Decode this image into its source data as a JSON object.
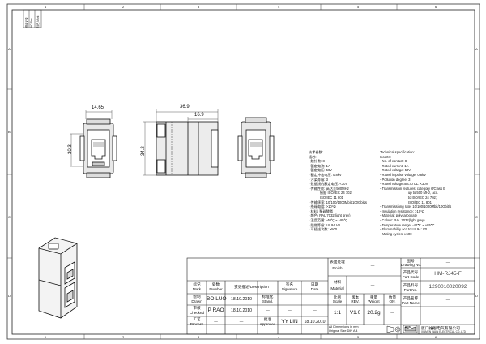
{
  "frame": {
    "top_numbers": [
      "1",
      "2",
      "3",
      "4",
      "5",
      "6"
    ],
    "bottom_numbers": [
      "1",
      "2",
      "3",
      "4",
      "5",
      "6"
    ],
    "left_letters": [
      "A",
      "B",
      "C",
      "D"
    ],
    "right_letters": [
      "A",
      "B",
      "C",
      "D"
    ]
  },
  "revision_stamp": {
    "col_labels": [
      "修改记录",
      "NO Rev.",
      "标记 Mark"
    ]
  },
  "dimensions": {
    "front_width": "14.65",
    "front_height": "30.3",
    "side_length": "36.9",
    "side_inner": "16.9",
    "side_height": "34.2"
  },
  "specs_cn": [
    "技术参数:",
    "插芯:",
    "- 触针数: 8",
    "- 额定电流: 1A",
    "- 额定电压: 50V",
    "- 额定冲击电压: 0.8kV",
    "- 污染等级: 3",
    "- 数据线的额定电压: <30V",
    "- 传输性能: 高达至500MHz",
    "            依据 ISO/IEC 24 702;",
    "            ISO/IEC 11 801",
    "- 传输速率: 10/100/1000Mbit/100Gbit/s",
    "- 绝缘电阻: >10⁹Ω",
    "- 材料: 聚碳酸酯",
    "- 颜色: RAL 7032(light grey)",
    "- 温度范围: -40℃ ~ +85℃",
    "- 阻燃等级: UL 94 V0",
    "- 可插拔次数: ≥500"
  ],
  "specs_en": [
    "Technical specification:",
    "Inserts:",
    "- No. of contact: 8",
    "- Rated current: 1A",
    "- Rated voltage: 50V",
    "- Rated impulse voltage: 0.8kV",
    "- Pollution degree: 3",
    "- Rated voltage acc.to UL: <30V",
    "- Transmission features: category 6/Class E",
    "                              up to 500 MHz, acc.",
    "                              to ISO/IEC 24 702;",
    "                              ISO/IEC 11 801",
    "- Transmissiong rate: 10/100/1000Mbit/10Gbit/s",
    "- Insulation resistance: >10⁹Ω",
    "- Material: polycarbonate",
    "- Colour: RAL 7032(light grey)",
    "- Temperature range: -40℃ ~ +85℃",
    "- Flammability acc.to UL 94: V0",
    "- Mating cycles: ≥500"
  ],
  "title_block": {
    "surface_cn": "表面处理",
    "surface_en": "Finish",
    "surface_val": "—",
    "material_cn": "材料",
    "material_en": "Material",
    "material_val": "—",
    "drawing_no_cn": "图号",
    "drawing_no_en": "Drawing No.",
    "drawing_no_val": "—",
    "part_code_cn": "产品代号",
    "part_code_en": "Part Code",
    "part_code_val": "HM-RJ45-F",
    "part_no_cn": "产品料号",
    "part_no_en": "Part No.",
    "part_no_val": "1290010020092",
    "part_name_cn": "产品名称",
    "part_name_en": "Part Name",
    "part_name_val": "—",
    "mark_cn": "标记",
    "mark_en": "Mark",
    "number_cn": "处数",
    "number_en": "Number",
    "description": "变更描述/Description",
    "signature_cn": "签名",
    "signature_en": "Signature",
    "date_cn": "日期",
    "date_en": "Date",
    "drawn_cn": "绘制",
    "drawn_en": "Drawn",
    "drawn_name": "BO LUO",
    "drawn_date": "18.10.2010",
    "standard_cn": "标准化",
    "standard_en": "Stand.",
    "checked_cn": "审核",
    "checked_en": "Checked",
    "checked_name": "P RAO",
    "checked_date": "18.10.2010",
    "process_cn": "工艺",
    "process_en": "Process",
    "approved_cn": "批准",
    "approved_en": "Approved",
    "approved_name": "YY LIN",
    "approved_date": "18.10.2010",
    "scale_cn": "比例",
    "scale_en": "Scale",
    "scale_val": "1:1",
    "rev_cn": "版本",
    "rev_en": "REV.",
    "rev_val": "V1.0",
    "weight_cn": "重量",
    "weight_en": "Weight",
    "weight_val": "20.2g",
    "qty_cn": "数量",
    "qty_en": "Qty.",
    "qty_val": "—",
    "dash": "—",
    "dims_note1": "All Dimensions in mm",
    "dims_note2": "Original Size DIN A 4",
    "company_cn": "厦门维恩电气有限公司",
    "company_en": "XIAMEN WAIN ELECTRICAL CO.,LTD",
    "logo_text": "WAIN"
  }
}
